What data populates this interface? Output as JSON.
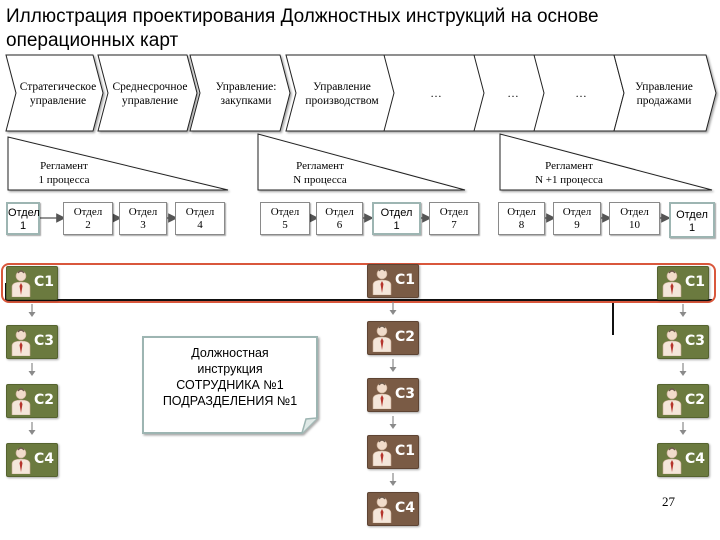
{
  "title": "Иллюстрация проектирования Должностных инструкций на основе операционных карт",
  "process_chain": [
    {
      "label": "Стратегическое управление"
    },
    {
      "label": "Среднесрочное управление"
    },
    {
      "label": "Управление: закупками"
    },
    {
      "label": "Управление производством"
    },
    {
      "label": "…"
    },
    {
      "label": "…"
    },
    {
      "label": "…"
    },
    {
      "label": "Управление продажами"
    }
  ],
  "regulations": [
    {
      "line1": "Регламент",
      "line2": "1 процесса"
    },
    {
      "line1": "Регламент",
      "line2": "N процесса"
    },
    {
      "line1": "Регламент",
      "line2": "N +1 процесса"
    }
  ],
  "departments": [
    {
      "line1": "Отдел",
      "line2": "1"
    },
    {
      "line1": "Отдел",
      "line2": "2"
    },
    {
      "line1": "Отдел",
      "line2": "3"
    },
    {
      "line1": "Отдел",
      "line2": "4"
    },
    {
      "line1": "Отдел",
      "line2": "5"
    },
    {
      "line1": "Отдел",
      "line2": "6"
    },
    {
      "line1": "Отдел",
      "line2": "1"
    },
    {
      "line1": "Отдел",
      "line2": "7"
    },
    {
      "line1": "Отдел",
      "line2": "8"
    },
    {
      "line1": "Отдел",
      "line2": "9"
    },
    {
      "line1": "Отдел",
      "line2": "10"
    },
    {
      "line1": "Отдел",
      "line2": "1"
    }
  ],
  "employee_columns": [
    {
      "codes": [
        "C1",
        "C3",
        "C2",
        "C4"
      ]
    },
    {
      "codes": [
        "C1",
        "C2",
        "C3",
        "C1",
        "C4"
      ]
    },
    {
      "codes": [
        "C1",
        "C3",
        "C2",
        "C4"
      ]
    }
  ],
  "note": {
    "line1": "Должностная",
    "line2": "инструкция",
    "line3": "СОТРУДНИКА №1",
    "line4": "ПОДРАЗДЕЛЕНИЯ №1"
  },
  "page_number": "27",
  "colors": {
    "employee_green": "#6b7a3f",
    "employee_brown": "#7a5b45",
    "highlight_red": "#d9573c",
    "highlight_dept_border": "#9db5b2",
    "note_border": "#9db5b2"
  }
}
